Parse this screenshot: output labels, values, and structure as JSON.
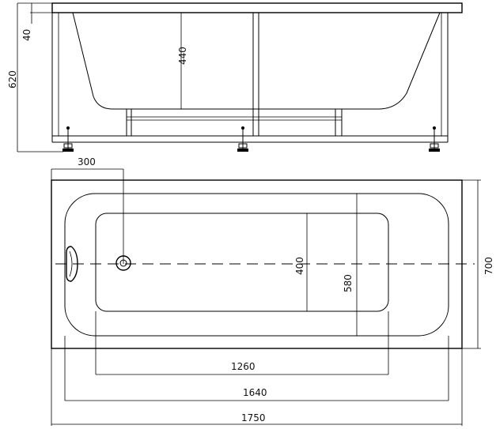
{
  "side_view": {
    "dims": {
      "rim_height": "40",
      "total_height": "620",
      "depth": "440"
    }
  },
  "top_view": {
    "dims": {
      "overflow_offset": "300",
      "bottom_width": "400",
      "inner_width": "580",
      "overall_width": "700",
      "bottom_length": "1260",
      "inner_length": "1640",
      "overall_length": "1750"
    }
  }
}
